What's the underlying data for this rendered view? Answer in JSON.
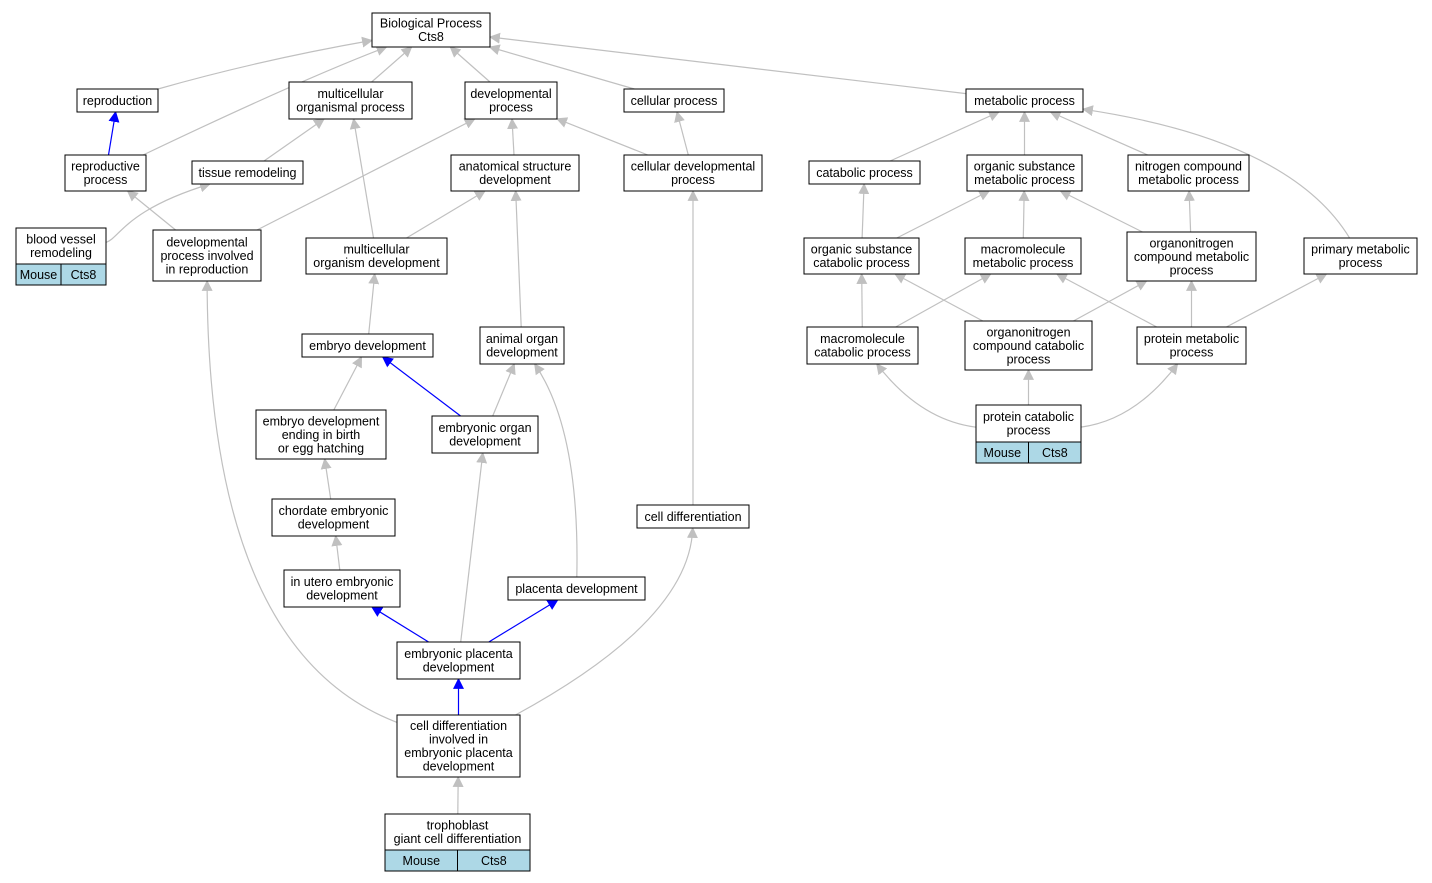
{
  "colors": {
    "edge_default": "#c0c0c0",
    "edge_highlight": "#0000ff",
    "tag_fill": "#add8e6",
    "node_border": "#000000"
  },
  "nodes": [
    {
      "id": "bp",
      "lines": [
        "Biological Process",
        "Cts8"
      ]
    },
    {
      "id": "repro",
      "lines": [
        "reproduction"
      ]
    },
    {
      "id": "multi_org",
      "lines": [
        "multicellular",
        "organismal process"
      ]
    },
    {
      "id": "dev_proc",
      "lines": [
        "developmental",
        "process"
      ]
    },
    {
      "id": "cell_proc",
      "lines": [
        "cellular process"
      ]
    },
    {
      "id": "metab",
      "lines": [
        "metabolic process"
      ]
    },
    {
      "id": "repro_proc",
      "lines": [
        "reproductive",
        "process"
      ]
    },
    {
      "id": "tissue_rem",
      "lines": [
        "tissue remodeling"
      ]
    },
    {
      "id": "anat",
      "lines": [
        "anatomical structure",
        "development"
      ]
    },
    {
      "id": "cell_dev",
      "lines": [
        "cellular developmental",
        "process"
      ]
    },
    {
      "id": "catab",
      "lines": [
        "catabolic process"
      ]
    },
    {
      "id": "org_sub_met",
      "lines": [
        "organic substance",
        "metabolic process"
      ]
    },
    {
      "id": "nitro_met",
      "lines": [
        "nitrogen compound",
        "metabolic process"
      ]
    },
    {
      "id": "blood_vessel",
      "lines": [
        "blood vessel",
        "remodeling"
      ],
      "tags": [
        "Mouse",
        "Cts8"
      ]
    },
    {
      "id": "dev_repro",
      "lines": [
        "developmental",
        "process involved",
        "in reproduction"
      ]
    },
    {
      "id": "multi_dev",
      "lines": [
        "multicellular",
        "organism development"
      ]
    },
    {
      "id": "org_sub_cat",
      "lines": [
        "organic substance",
        "catabolic process"
      ]
    },
    {
      "id": "macro_met",
      "lines": [
        "macromolecule",
        "metabolic process"
      ]
    },
    {
      "id": "orgnitro_met",
      "lines": [
        "organonitrogen",
        "compound metabolic",
        "process"
      ]
    },
    {
      "id": "prim_met",
      "lines": [
        "primary metabolic",
        "process"
      ]
    },
    {
      "id": "embryo_dev",
      "lines": [
        "embryo development"
      ]
    },
    {
      "id": "animal_organ",
      "lines": [
        "animal organ",
        "development"
      ]
    },
    {
      "id": "macro_cat",
      "lines": [
        "macromolecule",
        "catabolic process"
      ]
    },
    {
      "id": "orgnitro_cat",
      "lines": [
        "organonitrogen",
        "compound catabolic",
        "process"
      ]
    },
    {
      "id": "prot_met",
      "lines": [
        "protein metabolic",
        "process"
      ]
    },
    {
      "id": "embryo_birth",
      "lines": [
        "embryo development",
        "ending in birth",
        "or egg hatching"
      ]
    },
    {
      "id": "embryonic_organ",
      "lines": [
        "embryonic organ",
        "development"
      ]
    },
    {
      "id": "prot_cat",
      "lines": [
        "protein catabolic",
        "process"
      ],
      "tags": [
        "Mouse",
        "Cts8"
      ]
    },
    {
      "id": "chordate",
      "lines": [
        "chordate embryonic",
        "development"
      ]
    },
    {
      "id": "cell_diff",
      "lines": [
        "cell differentiation"
      ]
    },
    {
      "id": "in_utero",
      "lines": [
        "in utero embryonic",
        "development"
      ]
    },
    {
      "id": "placenta",
      "lines": [
        "placenta development"
      ]
    },
    {
      "id": "emb_placenta",
      "lines": [
        "embryonic placenta",
        "development"
      ]
    },
    {
      "id": "cell_diff_emb",
      "lines": [
        "cell differentiation",
        "involved in",
        "embryonic placenta",
        "development"
      ]
    },
    {
      "id": "trophoblast",
      "lines": [
        "trophoblast",
        "giant cell differentiation"
      ],
      "tags": [
        "Mouse",
        "Cts8"
      ]
    }
  ]
}
